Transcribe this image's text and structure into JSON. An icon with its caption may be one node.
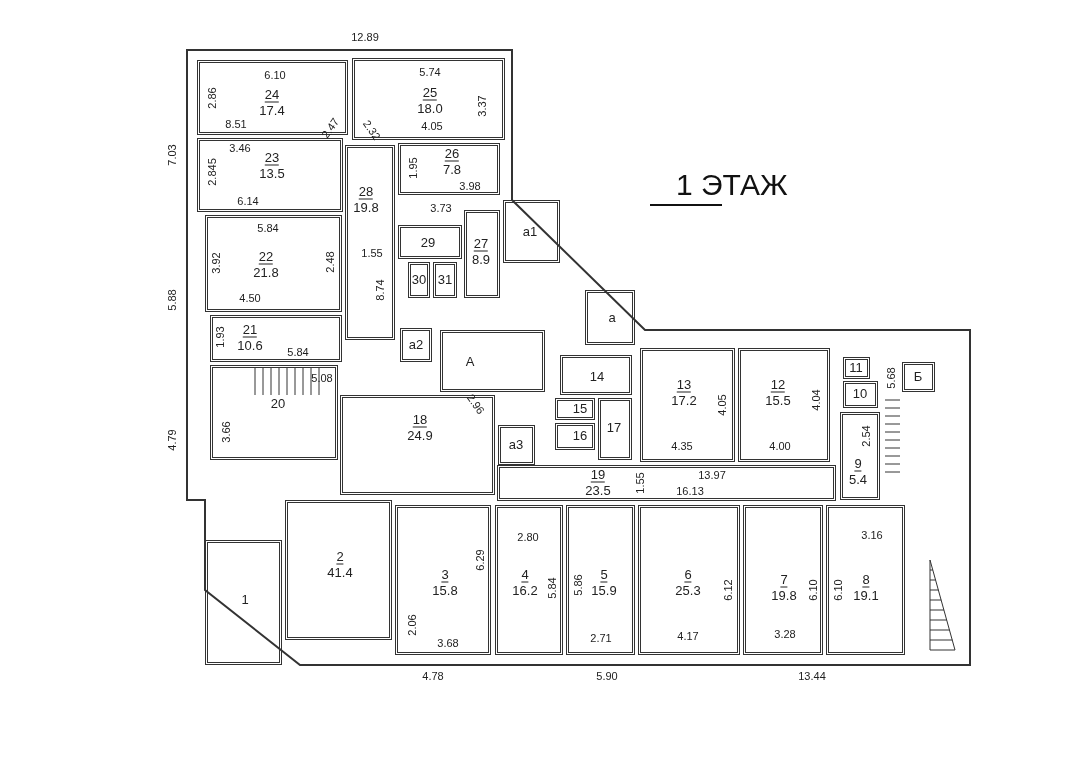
{
  "diagram": {
    "title": "1 ЭТАЖ",
    "nodes": [
      {
        "text": [
          "24",
          "17.4",
          "6.10",
          "2.86",
          "8.51"
        ]
      },
      {
        "text": [
          "25",
          "18.0",
          "5.74",
          "3.37",
          "4.05"
        ]
      },
      {
        "text": [
          "23",
          "13.5",
          "3.46",
          "2.845",
          "6.14"
        ]
      },
      {
        "text": [
          "26",
          "7.8",
          "1.95",
          "3.98"
        ]
      },
      {
        "text": [
          "28",
          "19.8",
          "1.55",
          "8.74"
        ]
      },
      {
        "text": [
          "22",
          "21.8",
          "5.84",
          "3.92",
          "2.48",
          "4.50"
        ]
      },
      {
        "text": [
          "29"
        ]
      },
      {
        "text": [
          "27",
          "8.9"
        ]
      },
      {
        "text": [
          "30"
        ]
      },
      {
        "text": [
          "31"
        ]
      },
      {
        "text": [
          "а1"
        ]
      },
      {
        "text": [
          "21",
          "10.6",
          "1.93",
          "5.84"
        ]
      },
      {
        "text": [
          "а2"
        ]
      },
      {
        "text": [
          "а"
        ]
      },
      {
        "text": [
          "А"
        ]
      },
      {
        "text": [
          "14"
        ]
      },
      {
        "text": [
          "13",
          "17.2",
          "4.05",
          "4.35"
        ]
      },
      {
        "text": [
          "12",
          "15.5",
          "4.04",
          "4.00"
        ]
      },
      {
        "text": [
          "11"
        ]
      },
      {
        "text": [
          "10"
        ]
      },
      {
        "text": [
          "Б"
        ]
      },
      {
        "text": [
          "20",
          "5.08",
          "3.66"
        ]
      },
      {
        "text": [
          "18",
          "24.9"
        ]
      },
      {
        "text": [
          "15"
        ]
      },
      {
        "text": [
          "17"
        ]
      },
      {
        "text": [
          "16"
        ]
      },
      {
        "text": [
          "а3"
        ]
      },
      {
        "text": [
          "9",
          "5.4",
          "2.54"
        ]
      },
      {
        "text": [
          "19",
          "23.5",
          "1.55",
          "13.97",
          "16.13"
        ]
      },
      {
        "text": [
          "2",
          "41.4"
        ]
      },
      {
        "text": [
          "1"
        ]
      },
      {
        "text": [
          "3",
          "15.8",
          "6.29",
          "2.06",
          "3.68"
        ]
      },
      {
        "text": [
          "4",
          "16.2",
          "2.80",
          "5.84"
        ]
      },
      {
        "text": [
          "5",
          "15.9",
          "5.86",
          "2.71"
        ]
      },
      {
        "text": [
          "6",
          "25.3",
          "6.12",
          "4.17"
        ]
      },
      {
        "text": [
          "7",
          "19.8",
          "6.10",
          "3.28"
        ]
      },
      {
        "text": [
          "8",
          "19.1",
          "6.10",
          "3.16"
        ]
      }
    ],
    "labels": [
      "12.89",
      "7.03",
      "2.47",
      "2.32",
      "3.73",
      "5.88",
      "2.96",
      "5.68",
      "4.79",
      "4.78",
      "5.90",
      "13.44"
    ]
  }
}
